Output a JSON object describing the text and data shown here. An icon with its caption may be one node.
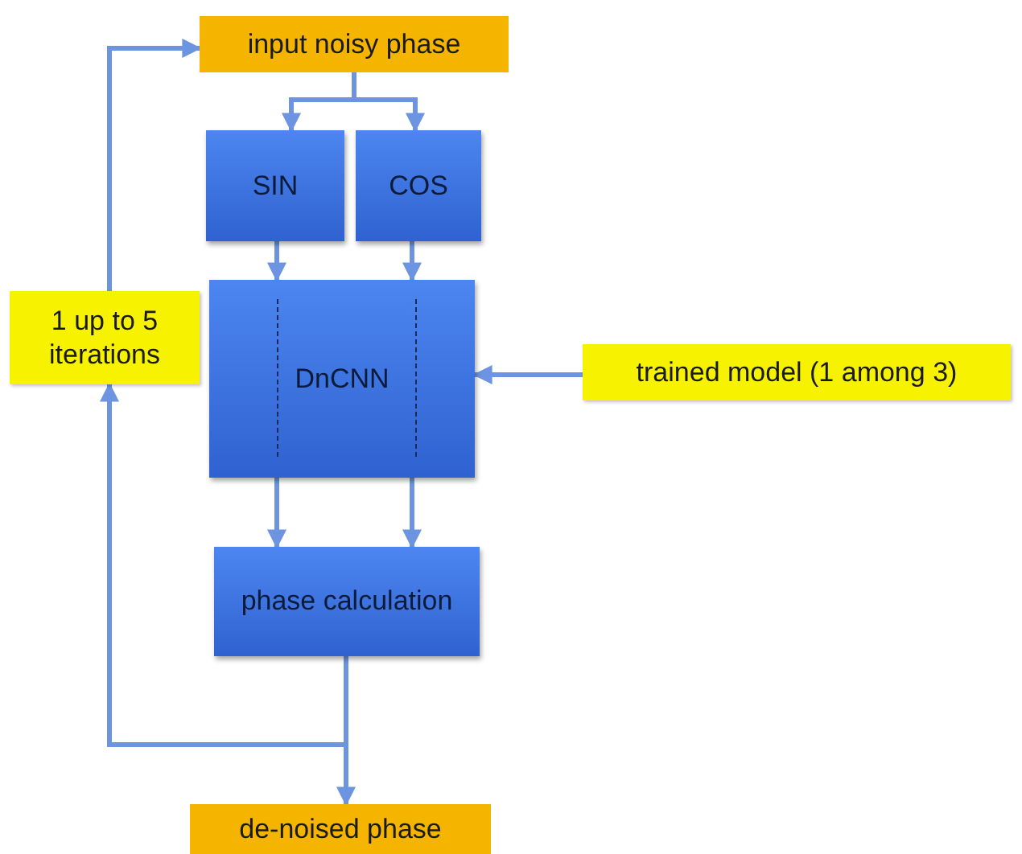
{
  "diagram": {
    "nodes": [
      {
        "text": [
          "input noisy phase"
        ]
      },
      {
        "text": [
          "SIN"
        ]
      },
      {
        "text": [
          "COS"
        ]
      },
      {
        "text": [
          "DnCNN"
        ]
      },
      {
        "text": [
          "phase calculation"
        ]
      },
      {
        "text": [
          "de-noised phase"
        ]
      },
      {
        "text": [
          "1 up to 5 iterations"
        ]
      },
      {
        "text": [
          "trained model (1 among 3)"
        ]
      }
    ],
    "edges": [
      {
        "from": 0,
        "to": 1,
        "arrow": "to"
      },
      {
        "from": 0,
        "to": 2,
        "arrow": "to"
      },
      {
        "from": 1,
        "to": 3,
        "arrow": "to"
      },
      {
        "from": 2,
        "to": 3,
        "arrow": "to"
      },
      {
        "from": 3,
        "to": 4,
        "arrow": "to"
      },
      {
        "from": 3,
        "to": 4,
        "arrow": "to"
      },
      {
        "from": 4,
        "to": 5,
        "arrow": "to"
      },
      {
        "from": 4,
        "to": 6,
        "arrow": "to"
      },
      {
        "from": 6,
        "to": 0,
        "arrow": "to"
      },
      {
        "from": 7,
        "to": 3,
        "arrow": "to"
      }
    ]
  }
}
